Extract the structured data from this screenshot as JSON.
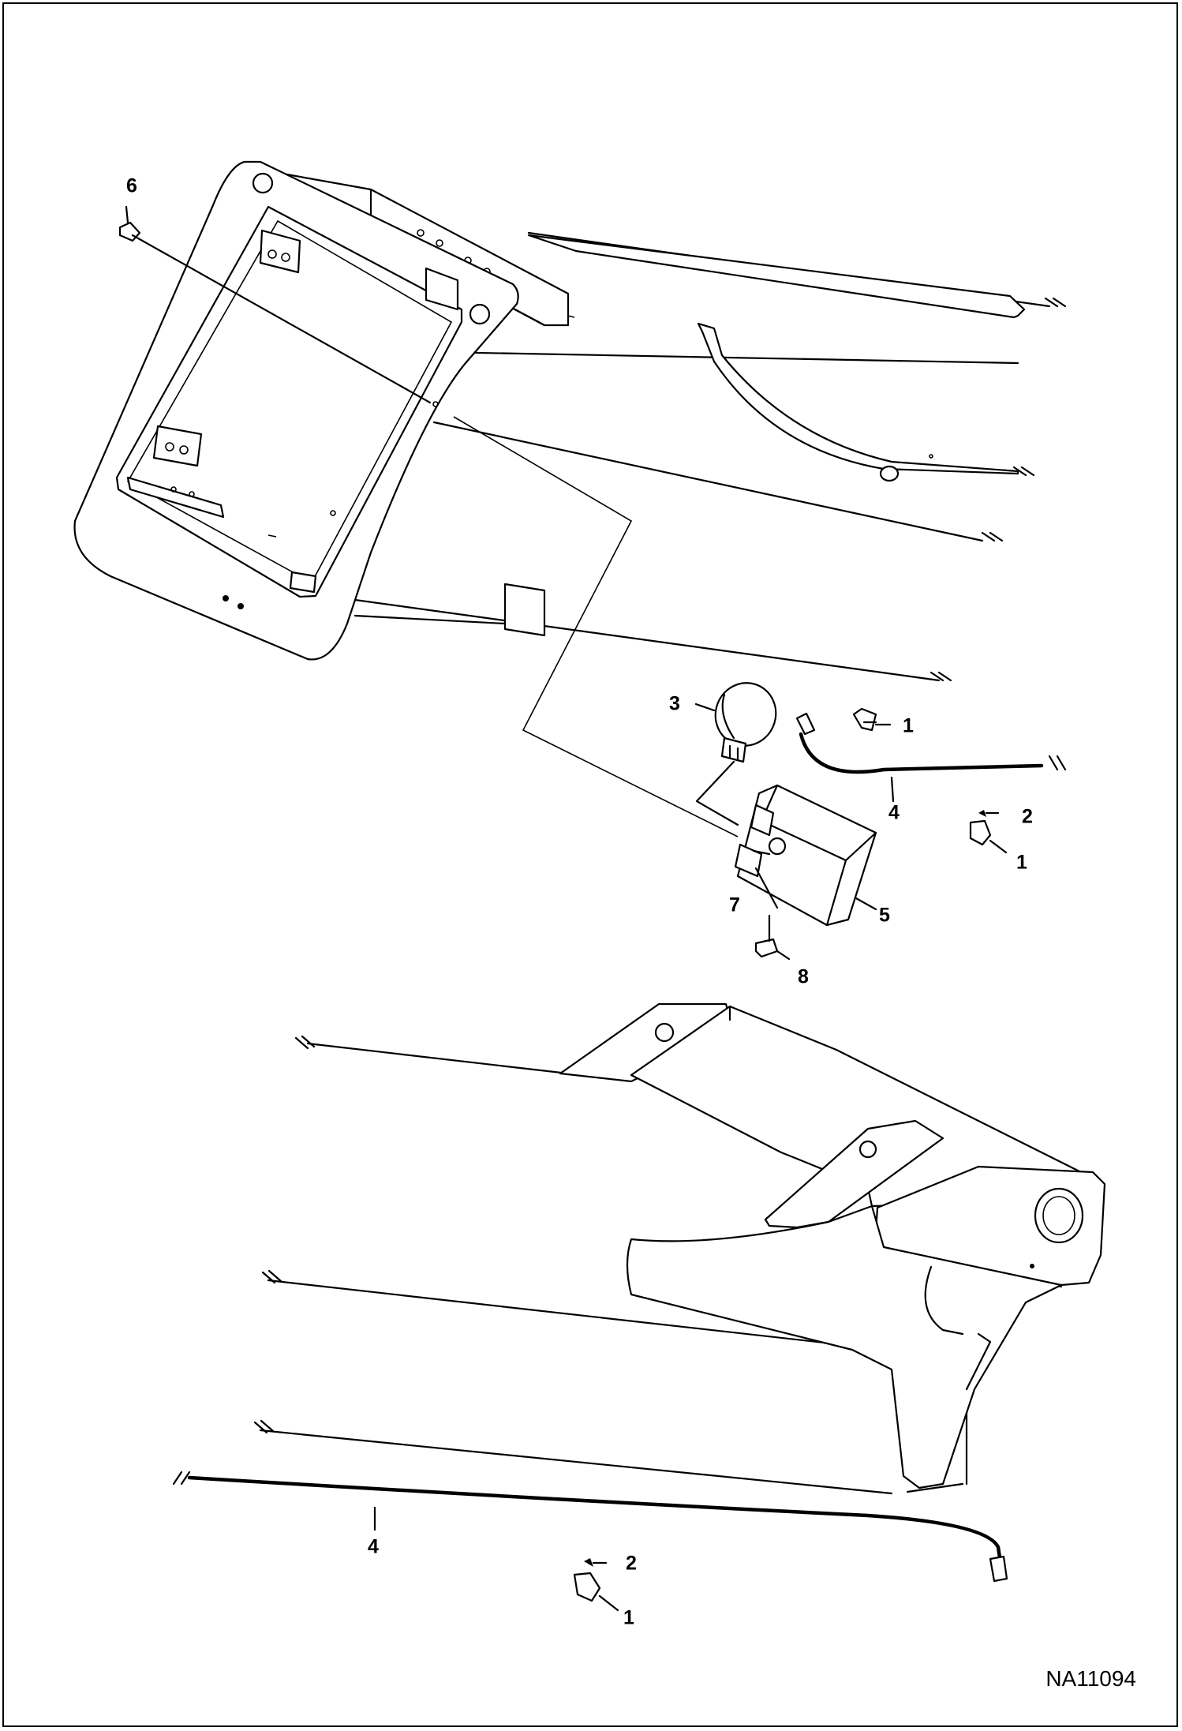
{
  "figure_ref": "NA11094",
  "callouts": [
    {
      "id": "c6",
      "label": "6"
    },
    {
      "id": "c3",
      "label": "3"
    },
    {
      "id": "c1a",
      "label": "1"
    },
    {
      "id": "c4a",
      "label": "4"
    },
    {
      "id": "c2a",
      "label": "2"
    },
    {
      "id": "c1b",
      "label": "1"
    },
    {
      "id": "c7",
      "label": "7"
    },
    {
      "id": "c5",
      "label": "5"
    },
    {
      "id": "c8",
      "label": "8"
    },
    {
      "id": "c4b",
      "label": "4"
    },
    {
      "id": "c2b",
      "label": "2"
    },
    {
      "id": "c1c",
      "label": "1"
    }
  ]
}
